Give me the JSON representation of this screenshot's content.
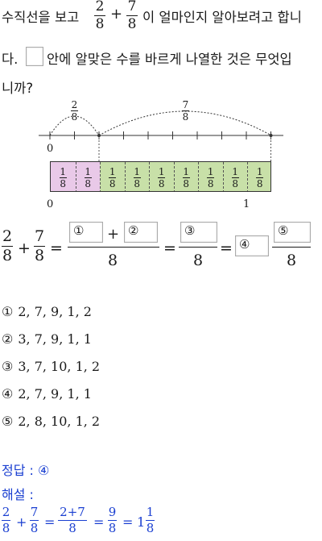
{
  "question": {
    "line1_prefix": "수직선을 보고",
    "plus": "+",
    "line1_suffix": "이 얼마인지 알아보려고 합니",
    "line2_prefix": "다.",
    "line2_suffix": "안에 알맞은 수를 바르게 나열한 것은 무엇입",
    "line3": "니까?",
    "frac_a": {
      "num": "2",
      "den": "8"
    },
    "frac_b": {
      "num": "7",
      "den": "8"
    }
  },
  "numberline": {
    "arc_a": {
      "num": "2",
      "den": "8"
    },
    "arc_b": {
      "num": "7",
      "den": "8"
    },
    "zero_label": "0",
    "one_label": "1",
    "cell": {
      "num": "1",
      "den": "8"
    },
    "cell_count": 9,
    "pink_count": 2,
    "pink_color": "#e9c9e8",
    "green_color": "#c8e0a8"
  },
  "equation": {
    "lhs_a": {
      "num": "2",
      "den": "8"
    },
    "plus": "+",
    "lhs_b": {
      "num": "7",
      "den": "8"
    },
    "eq": "=",
    "den": "8",
    "circ1": "①",
    "circ2": "②",
    "circ3": "③",
    "circ4": "④",
    "circ5": "⑤"
  },
  "options": [
    {
      "mark": "①",
      "text": "2,  7,  9,  1,  2"
    },
    {
      "mark": "②",
      "text": "3,  7,  9,  1,  1"
    },
    {
      "mark": "③",
      "text": "3,  7,  10,  1,  2"
    },
    {
      "mark": "④",
      "text": "2,  7,  9,  1,  1"
    },
    {
      "mark": "⑤",
      "text": "2,  8,  10,  1,  2"
    }
  ],
  "answer": {
    "label": "정답 : ④",
    "explain_label": "해설 :",
    "f1": {
      "num": "2",
      "den": "8"
    },
    "plus": "+",
    "f2": {
      "num": "7",
      "den": "8"
    },
    "eq": "=",
    "f3": {
      "num": "2+7",
      "den": "8"
    },
    "f4": {
      "num": "9",
      "den": "8"
    },
    "mixed_whole": "1",
    "f5": {
      "num": "1",
      "den": "8"
    },
    "color": "#1a3fd1"
  }
}
